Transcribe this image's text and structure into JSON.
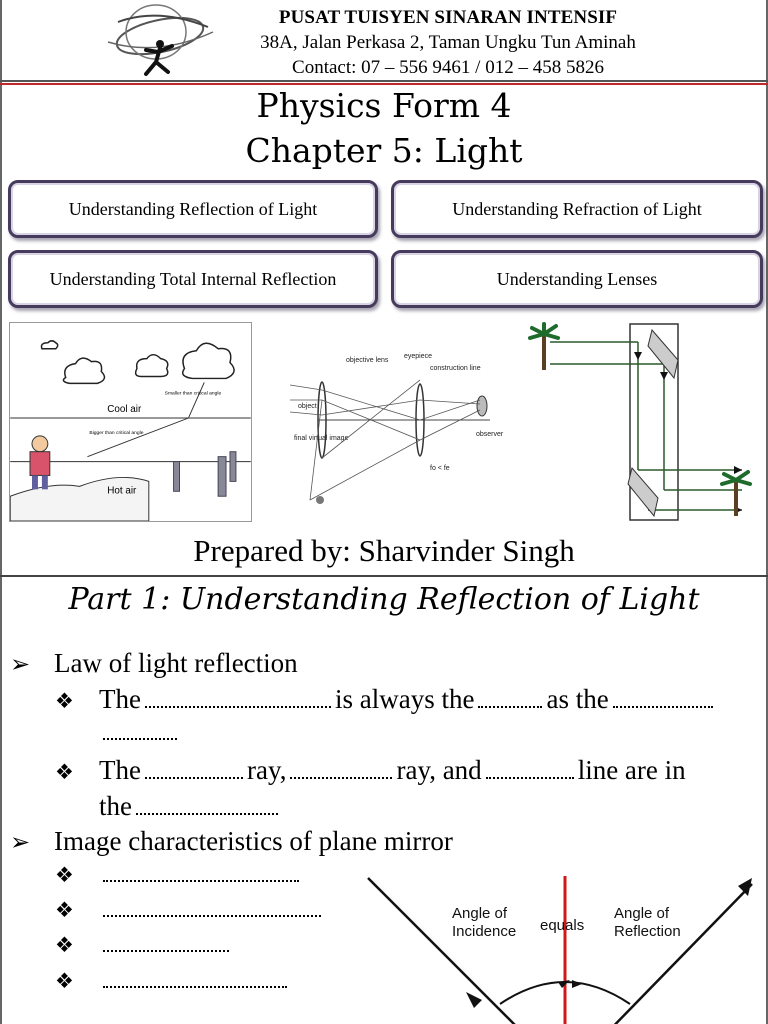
{
  "header": {
    "school_name": "PUSAT TUISYEN SINARAN INTENSIF",
    "address": "38A, Jalan Perkasa 2, Taman Ungku Tun Aminah",
    "contact": "Contact: 07 – 556 9461 / 012 – 458 5826"
  },
  "title": {
    "line1": "Physics Form 4",
    "line2": "Chapter 5: Light"
  },
  "topics": [
    "Understanding Reflection of Light",
    "Understanding Refraction of Light",
    "Understanding Total Internal Reflection",
    "Understanding Lenses"
  ],
  "images": {
    "mirage": {
      "cool_air": "Cool air",
      "hot_air": "Hot air",
      "smaller": "Smaller than critical angle",
      "bigger": "Bigger than critical angle"
    },
    "telescope": {
      "objective": "objective lens",
      "eyepiece": "eyepiece",
      "construction": "construction line",
      "object": "object",
      "final_image": "final virtual image",
      "observer": "observer",
      "fo_label": "fo < fe"
    }
  },
  "prepared_by": "Prepared by: Sharvinder Singh",
  "part1": {
    "title": "Part 1: Understanding Reflection of Light",
    "law_heading": "Law of light reflection",
    "law_line1": {
      "w1": "The",
      "w2": "is always the",
      "w3": "as the"
    },
    "law_line2": {
      "w1": "The",
      "w2": "ray,",
      "w3": "ray, and",
      "w4": "line are in",
      "w5": "the"
    },
    "image_heading": "Image characteristics of plane mirror"
  },
  "diagram": {
    "angle_incidence": "Angle of Incidence",
    "equals": "equals",
    "angle_reflection": "Angle of Reflection"
  }
}
